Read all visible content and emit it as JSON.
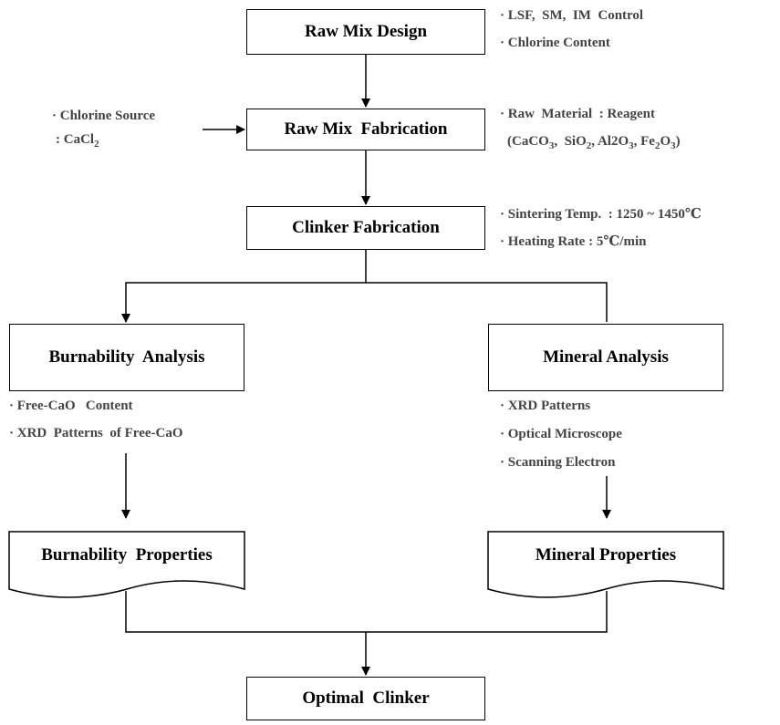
{
  "boxes": {
    "raw_mix_design": "Raw Mix Design",
    "raw_mix_fabrication": "Raw Mix  Fabrication",
    "clinker_fabrication": "Clinker Fabrication",
    "burnability_analysis": "Burnability  Analysis",
    "mineral_analysis": "Mineral Analysis",
    "burnability_properties": "Burnability  Properties",
    "mineral_properties": "Mineral Properties",
    "optimal_clinker": "Optimal  Clinker"
  },
  "notes": {
    "design": [
      "· LSF,  SM,  IM  Control",
      "· Chlorine Content"
    ],
    "chlorine_source": [
      "· Chlorine Source",
      ": CaCl"
    ],
    "raw_material": [
      "· Raw  Material  : Reagent"
    ],
    "sintering": [
      "· Sintering Temp.  : 1250 ~ 1450℃",
      "· Heating Rate : 5℃/min"
    ],
    "burnability": [
      "· Free-CaO   Content",
      "· XRD  Patterns  of Free-CaO"
    ],
    "mineral": [
      "· XRD Patterns",
      "· Optical Microscope",
      "· Scanning Electron"
    ]
  },
  "subscripts": {
    "two": "2",
    "three": "3"
  },
  "formula": {
    "open": "(CaCO",
    "sio": ",  SiO",
    "al": ", Al2O",
    "fe": ", Fe",
    "o": "O",
    "close": ")"
  }
}
